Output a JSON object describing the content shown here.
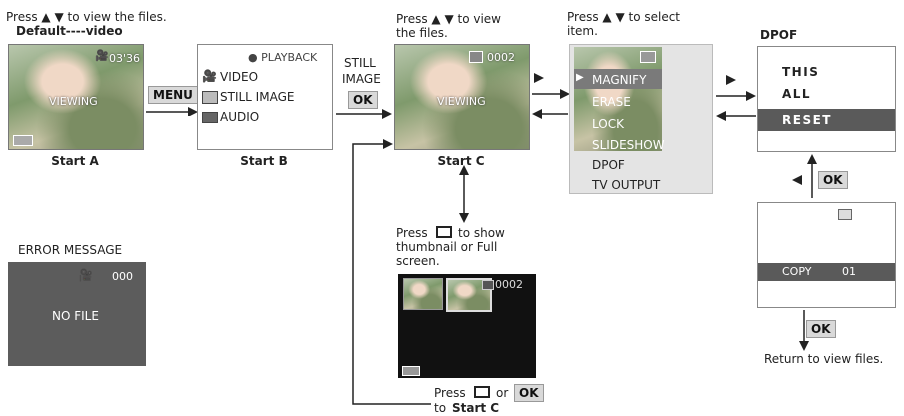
{
  "labels": {
    "press_top_a": "Press ▲ ▼ to view the files.",
    "default_video": "Default----video",
    "start_a": "Start A",
    "start_b": "Start B",
    "start_c": "Start C",
    "menu_key": "MENU",
    "still_image_1": "STILL",
    "still_image_2": "IMAGE",
    "ok": "OK",
    "press_view_1": "Press ▲ ▼ to view",
    "press_view_2": "the files.",
    "press_select_1": "Press ▲ ▼ to select",
    "press_select_2": "item.",
    "dpof_title": "DPOF",
    "error_message": "ERROR MESSAGE",
    "press_thumb_1": "Press",
    "press_thumb_1b": "to show",
    "press_thumb_2": "thumbnail or Full",
    "press_thumb_3": "screen.",
    "press_or": "Press",
    "press_or_b": "or",
    "to_start_c_1": "to",
    "to_start_c_2": "Start C",
    "return_view": "Return to view files."
  },
  "screen_a": {
    "time": "03'36",
    "status": "VIEWING"
  },
  "screen_b": {
    "header": "● PLAYBACK",
    "items": [
      "VIDEO",
      "STILL IMAGE",
      "AUDIO"
    ]
  },
  "screen_c": {
    "counter": "0002",
    "status": "VIEWING"
  },
  "menu_screen": {
    "items": [
      "MAGNIFY",
      "ERASE",
      "LOCK",
      "SLIDESHOW",
      "DPOF",
      "TV OUTPUT"
    ],
    "selected": "MAGNIFY"
  },
  "dpof_screen": {
    "items": [
      "THIS",
      "ALL",
      "RESET"
    ],
    "selected": "RESET"
  },
  "copy_screen": {
    "label": "COPY",
    "value": "01"
  },
  "error_screen": {
    "counter": "000",
    "text": "NO FILE"
  },
  "thumb_screen": {
    "counter": "0002"
  },
  "colors": {
    "selection": "#5a5a5a",
    "menu_bg": "#e4e4e4",
    "badge_bg": "#d9d9d9"
  }
}
